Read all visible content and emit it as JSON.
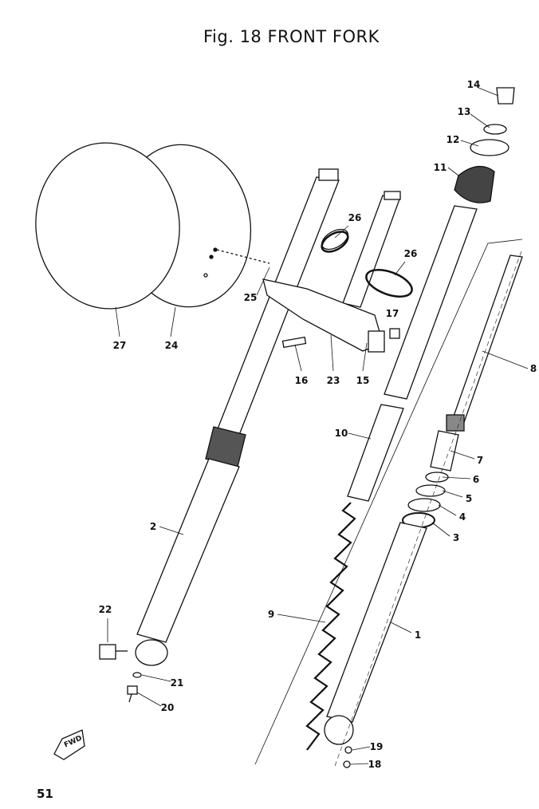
{
  "figure": {
    "title": "Fig. 18  FRONT FORK",
    "page_number": "51",
    "direction_marker": "FWD"
  },
  "callouts": {
    "c1": "1",
    "c2": "2",
    "c3": "3",
    "c4": "4",
    "c5": "5",
    "c6": "6",
    "c7": "7",
    "c8": "8",
    "c9": "9",
    "c10": "10",
    "c11": "11",
    "c12": "12",
    "c13": "13",
    "c14": "14",
    "c15": "15",
    "c16": "16",
    "c17": "17",
    "c18": "18",
    "c19": "19",
    "c20": "20",
    "c21": "21",
    "c22": "22",
    "c23": "23",
    "c24": "24",
    "c25": "25",
    "c26a": "26",
    "c26b": "26",
    "c27": "27"
  }
}
